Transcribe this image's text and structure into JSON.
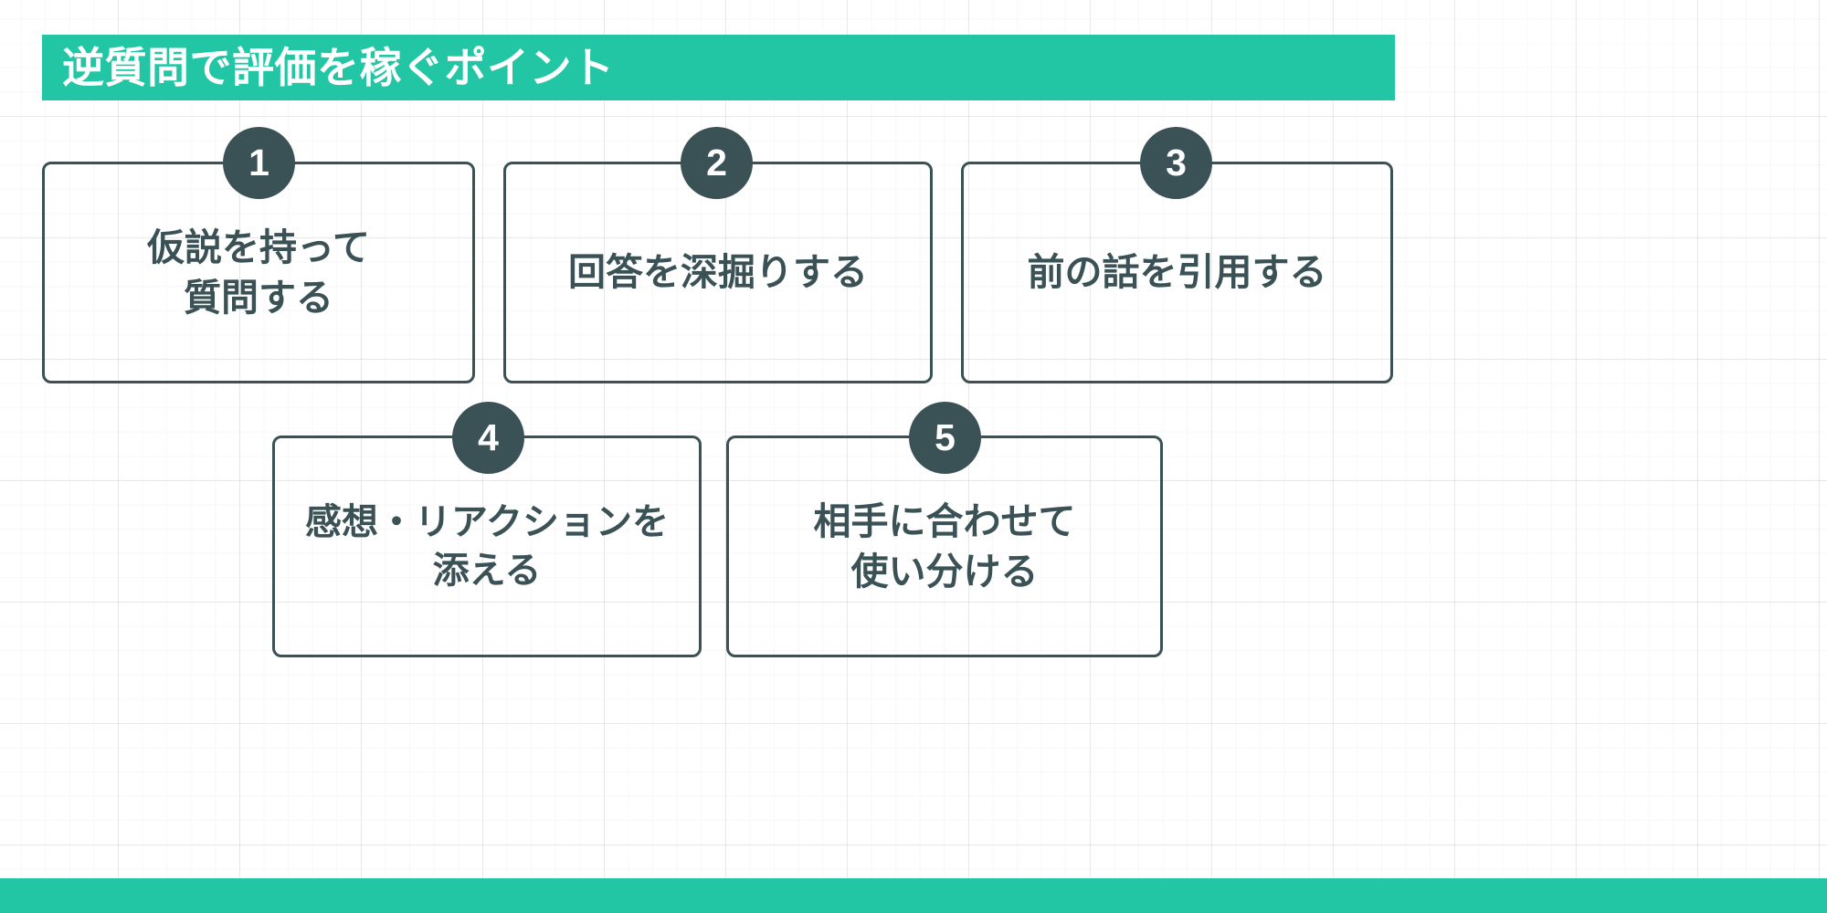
{
  "header": {
    "title": "逆質問で評価を稼ぐポイント",
    "bar_color": "#22c6a4",
    "title_color": "#ffffff"
  },
  "theme": {
    "accent": "#22c6a4",
    "ink": "#3a5156",
    "background": "#ffffff",
    "grid_line": "#e8e8e8"
  },
  "cards": [
    {
      "number": "1",
      "text": "仮説を持って\n質問する"
    },
    {
      "number": "2",
      "text": "回答を深掘りする"
    },
    {
      "number": "3",
      "text": "前の話を引用する"
    },
    {
      "number": "4",
      "text": "感想・リアクションを\n添える"
    },
    {
      "number": "5",
      "text": "相手に合わせて\n使い分ける"
    }
  ],
  "footer": {
    "bar_color": "#22c6a4"
  }
}
